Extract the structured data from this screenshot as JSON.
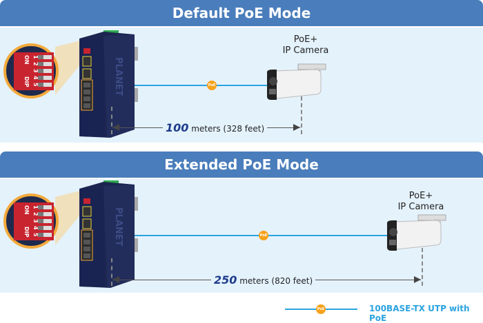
{
  "sections": [
    {
      "title": "Default PoE Mode",
      "camera_label_1": "PoE+",
      "camera_label_2": "IP Camera",
      "distance_value": "100",
      "distance_text": "meters (328 feet)",
      "poe_badge": "PoE"
    },
    {
      "title": "Extended PoE Mode",
      "camera_label_1": "PoE+",
      "camera_label_2": "IP Camera",
      "distance_value": "250",
      "distance_text": "meters (820 feet)",
      "poe_badge": "PoE"
    }
  ],
  "dip": {
    "label_numbers": [
      "1",
      "2",
      "3",
      "4",
      "5"
    ],
    "on_label": "ON",
    "dip_label": "DIP"
  },
  "switch": {
    "brand": "PLANET"
  },
  "legend": {
    "badge": "PoE",
    "text": "100BASE-TX UTP with PoE"
  },
  "colors": {
    "header": "#4a7dbb",
    "panel": "#e4f2fc",
    "cable": "#2aa3e0",
    "poe": "#f7a21b",
    "distance": "#1f3c8c"
  }
}
